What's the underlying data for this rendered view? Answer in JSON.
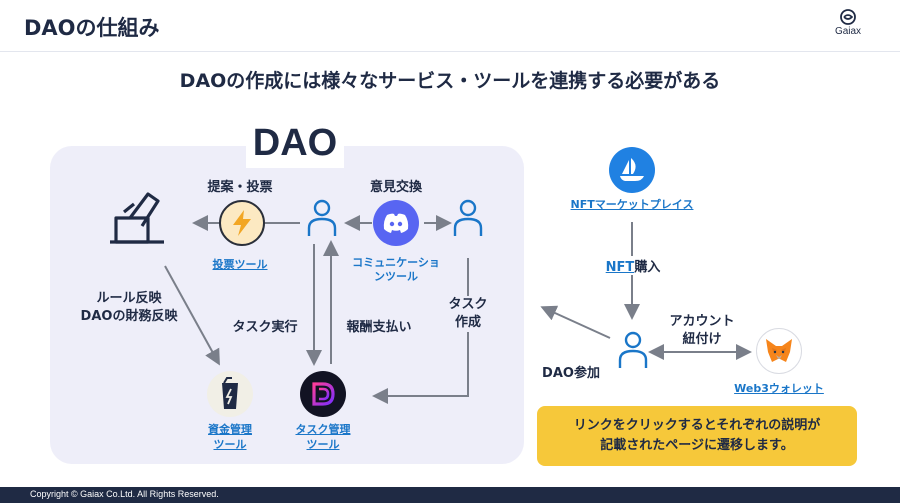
{
  "header": {
    "title": "DAOの仕組み",
    "logo_text": "Gaiax"
  },
  "subtitle": "DAOの作成には様々なサービス・ツールを連携する必要がある",
  "dao": {
    "title": "DAO",
    "proposal_vote_label": "提案・投票",
    "opinion_exchange_label": "意見交換",
    "voting_tool_link": "投票ツール",
    "communication_tool_link": "コミュニケーションツール",
    "rule_line1": "ルール反映",
    "rule_line2": "DAOの財務反映",
    "task_exec_label": "タスク実行",
    "reward_label": "報酬支払い",
    "task_create_line1": "タスク",
    "task_create_line2": "作成",
    "fund_tool_link_line1": "資金管理",
    "fund_tool_link_line2": "ツール",
    "task_tool_link_line1": "タスク管理",
    "task_tool_link_line2": "ツール"
  },
  "external": {
    "nft_market_link": "NFTマーケットプレイス",
    "nft_buy_link": "NFT",
    "nft_buy_suffix": "購入",
    "account_line1": "アカウント",
    "account_line2": "紐付け",
    "dao_join_label": "DAO参加",
    "wallet_link": "Web3ウォレット"
  },
  "note": {
    "line1": "リンクをクリックするとそれぞれの説明が",
    "line2": "記載されたページに遷移します。"
  },
  "footer": "Copyright © Gaiax Co.Ltd. All Rights Reserved.",
  "colors": {
    "navy": "#1f2a44",
    "link": "#1a76c8",
    "panel": "#eeeef9",
    "note": "#f6c83a",
    "discord": "#5865f2",
    "opensea": "#2081e2",
    "arrow": "#7a7f8a"
  },
  "icons": [
    "ballot-box-icon",
    "lightning-icon",
    "discord-icon",
    "person-icon",
    "wallet-cup-icon",
    "task-d-icon",
    "opensea-icon",
    "metamask-fox-icon",
    "gaiax-logo-icon"
  ]
}
